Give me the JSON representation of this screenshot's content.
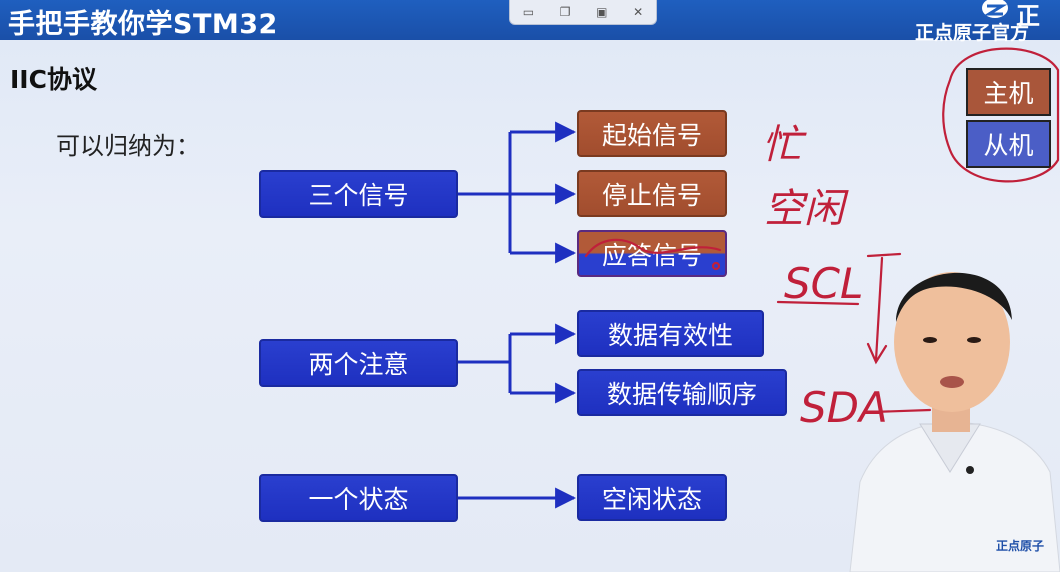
{
  "header": {
    "course_title": "手把手教你学STM32",
    "brand_text": "正点原子官方",
    "brand_mark": "正",
    "toolbar_icons": [
      "restore-icon",
      "copy-icon",
      "save-icon",
      "close-icon"
    ],
    "toolbar_glyphs": [
      "▭",
      "❐",
      "▣",
      "✕"
    ]
  },
  "slide": {
    "title": "IIC协议",
    "summary": "可以归纳为：",
    "groups": [
      {
        "label": "三个信号",
        "items": [
          "起始信号",
          "停止信号",
          "应答信号"
        ]
      },
      {
        "label": "两个注意",
        "items": [
          "数据有效性",
          "数据传输顺序"
        ]
      },
      {
        "label": "一个状态",
        "items": [
          "空闲状态"
        ]
      }
    ],
    "legend": {
      "master": "主机",
      "slave": "从机"
    },
    "handwriting": {
      "busy": "忙",
      "idle": "空闲",
      "scl": "SCL",
      "sda": "SDA"
    }
  },
  "presenter": {
    "shirt_logo": "正点原子"
  },
  "colors": {
    "header_blue": "#1f5fbf",
    "box_blue": "#2a3fcf",
    "box_rust": "#a9563a",
    "arrow_blue": "#1e2fc0",
    "ink_red": "#c0203a"
  }
}
